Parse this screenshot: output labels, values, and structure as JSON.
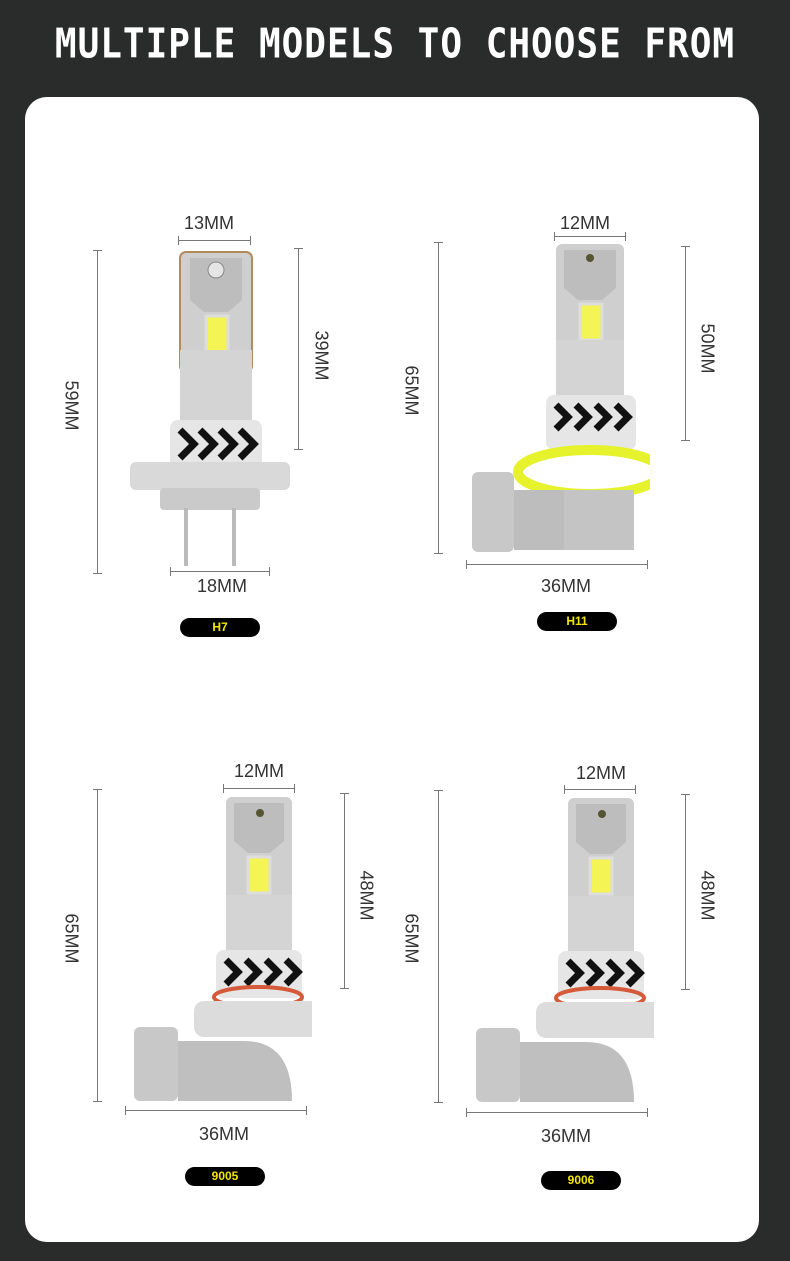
{
  "header": {
    "title": "MULTIPLE MODELS TO CHOOSE FROM"
  },
  "colors": {
    "background": "#2a2b2b",
    "card": "#ffffff",
    "badge_bg": "#000000",
    "badge_text": "#f2e600"
  },
  "products": [
    {
      "model": "H7",
      "top_width": "13MM",
      "bottom_width": "18MM",
      "total_height": "59MM",
      "head_height": "39MM"
    },
    {
      "model": "H11",
      "top_width": "12MM",
      "bottom_width": "36MM",
      "total_height": "65MM",
      "head_height": "50MM"
    },
    {
      "model": "9005",
      "top_width": "12MM",
      "bottom_width": "36MM",
      "total_height": "65MM",
      "head_height": "48MM"
    },
    {
      "model": "9006",
      "top_width": "12MM",
      "bottom_width": "36MM",
      "total_height": "65MM",
      "head_height": "48MM"
    }
  ]
}
